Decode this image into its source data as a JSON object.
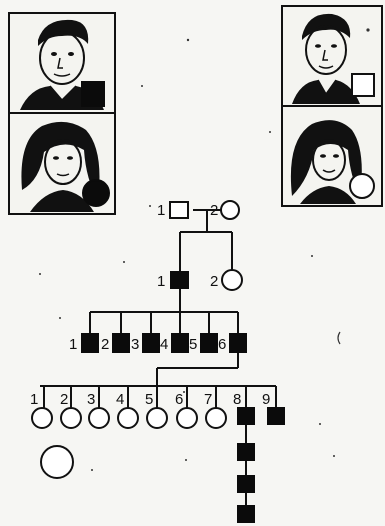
{
  "portraits": [
    {
      "name": "male-portrait-left",
      "symbol": "square",
      "affected": true
    },
    {
      "name": "female-portrait-left",
      "symbol": "circle",
      "affected": true
    },
    {
      "name": "male-portrait-right",
      "symbol": "square",
      "affected": false
    },
    {
      "name": "female-portrait-right",
      "symbol": "circle",
      "affected": false
    }
  ],
  "pedigree": {
    "gen1": [
      {
        "label": "1",
        "sex": "male",
        "affected": false
      },
      {
        "label": "2",
        "sex": "female",
        "affected": false
      }
    ],
    "gen2": [
      {
        "label": "1",
        "sex": "male",
        "affected": true
      },
      {
        "label": "2",
        "sex": "female",
        "affected": false
      }
    ],
    "gen3": [
      {
        "label": "1",
        "sex": "male",
        "affected": true
      },
      {
        "label": "2",
        "sex": "male",
        "affected": true
      },
      {
        "label": "3",
        "sex": "male",
        "affected": true
      },
      {
        "label": "4",
        "sex": "male",
        "affected": true
      },
      {
        "label": "5",
        "sex": "male",
        "affected": true
      },
      {
        "label": "6",
        "sex": "male",
        "affected": true
      }
    ],
    "gen4": [
      {
        "label": "1",
        "sex": "female",
        "affected": false
      },
      {
        "label": "2",
        "sex": "female",
        "affected": false
      },
      {
        "label": "3",
        "sex": "female",
        "affected": false
      },
      {
        "label": "4",
        "sex": "female",
        "affected": false
      },
      {
        "label": "5",
        "sex": "female",
        "affected": false
      },
      {
        "label": "6",
        "sex": "female",
        "affected": false
      },
      {
        "label": "7",
        "sex": "female",
        "affected": false
      },
      {
        "label": "8",
        "sex": "male",
        "affected": true
      },
      {
        "label": "9",
        "sex": "male",
        "affected": true
      }
    ],
    "gen5_extra_female": {
      "sex": "female",
      "affected": false
    },
    "descendant_line": [
      {
        "sex": "male",
        "affected": true
      },
      {
        "sex": "male",
        "affected": true
      },
      {
        "sex": "male",
        "affected": true
      }
    ]
  },
  "colors": {
    "ink": "#111111",
    "paper": "#f6f6f3",
    "affected": "#0b0b0b"
  }
}
